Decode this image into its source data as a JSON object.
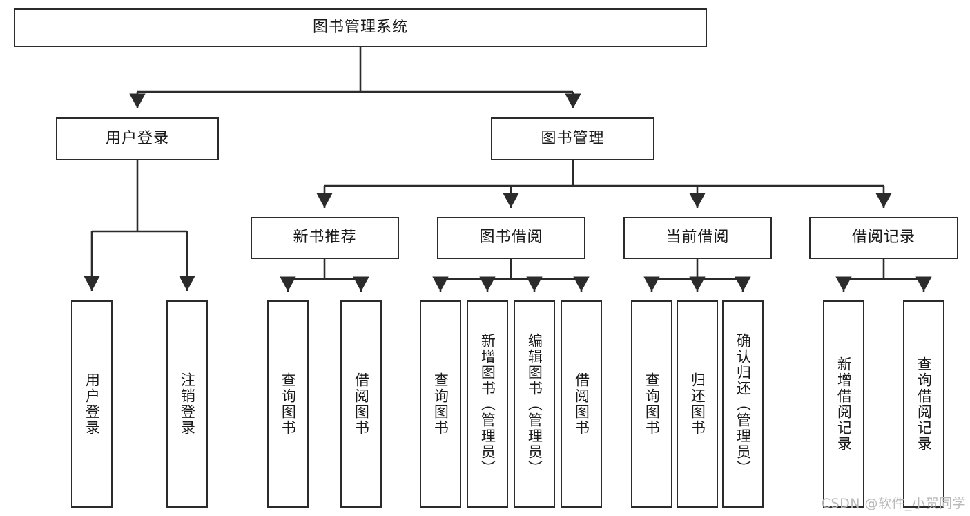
{
  "diagram": {
    "title_node": {
      "id": "root",
      "label": "图书管理系统"
    },
    "level2": [
      {
        "id": "user-login",
        "label": "用户登录"
      },
      {
        "id": "book-manage",
        "label": "图书管理"
      }
    ],
    "level3": [
      {
        "id": "new-book-recommend",
        "label": "新书推荐"
      },
      {
        "id": "book-borrow",
        "label": "图书借阅"
      },
      {
        "id": "current-borrow",
        "label": "当前借阅"
      },
      {
        "id": "borrow-record",
        "label": "借阅记录"
      }
    ],
    "leaves": {
      "user_login": [
        {
          "id": "leaf-user-login",
          "label": "用户登录"
        },
        {
          "id": "leaf-logout",
          "label": "注销登录"
        }
      ],
      "new_book_recommend": [
        {
          "id": "leaf-query-book-1",
          "label": "查询图书"
        },
        {
          "id": "leaf-borrow-book-1",
          "label": "借阅图书"
        }
      ],
      "book_borrow": [
        {
          "id": "leaf-query-book-2",
          "label": "查询图书"
        },
        {
          "id": "leaf-add-book",
          "label": "新增图书（管理员）"
        },
        {
          "id": "leaf-edit-book",
          "label": "编辑图书（管理员）"
        },
        {
          "id": "leaf-borrow-book-2",
          "label": "借阅图书"
        }
      ],
      "current_borrow": [
        {
          "id": "leaf-query-book-3",
          "label": "查询图书"
        },
        {
          "id": "leaf-return-book",
          "label": "归还图书"
        },
        {
          "id": "leaf-confirm-return",
          "label": "确认归还（管理员）"
        }
      ],
      "borrow_record": [
        {
          "id": "leaf-add-record",
          "label": "新增借阅记录"
        },
        {
          "id": "leaf-query-record",
          "label": "查询借阅记录"
        }
      ]
    }
  },
  "watermark": {
    "text": "CSDN @软件_小贺同学"
  },
  "colors": {
    "stroke": "#2b2b2b",
    "background": "#ffffff",
    "text": "#1a1a1a",
    "watermark": "#b9b9b9"
  }
}
